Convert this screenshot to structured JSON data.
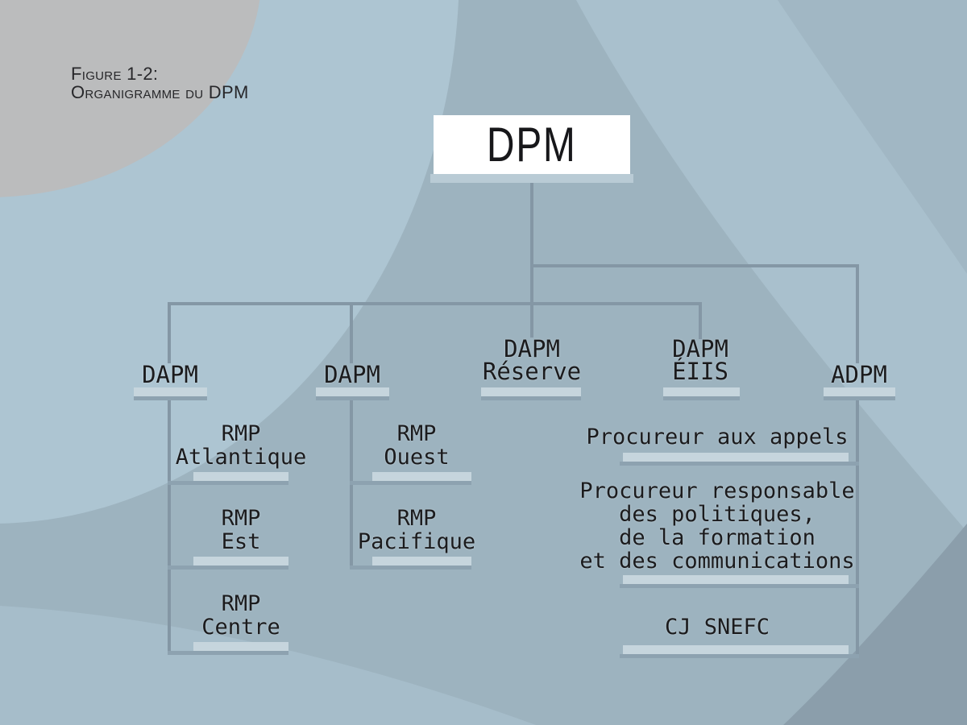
{
  "palette": {
    "background_base": "#9db3bf",
    "background_light": "#adc5d2",
    "background_light_band_right": "#a9c0cd",
    "background_top_right_corner": "#a1b7c4",
    "background_gray_corner": "#bbbcbd",
    "background_dark_corner": "#8b9eab",
    "background_bottom_left": "#a6bdca",
    "connector": "#8497a5",
    "bar_light": "#c6d5dd",
    "bar_edge": "#8da2b0",
    "root_box_bg": "#ffffff",
    "text": "#1b1b1d"
  },
  "caption": {
    "line1": "Figure 1-2:",
    "line2": "Organigramme du DPM"
  },
  "root": {
    "label": "DPM"
  },
  "nodes": {
    "dapm1": {
      "line1": "DAPM"
    },
    "dapm2": {
      "line1": "DAPM"
    },
    "reserve": {
      "line1": "DAPM",
      "line2": "Réserve"
    },
    "eiis": {
      "line1": "DAPM",
      "line2": "ÉIIS"
    },
    "adpm": {
      "line1": "ADPM"
    },
    "rmp_atlantique": {
      "line1": "RMP",
      "line2": "Atlantique"
    },
    "rmp_est": {
      "line1": "RMP",
      "line2": "Est"
    },
    "rmp_centre": {
      "line1": "RMP",
      "line2": "Centre"
    },
    "rmp_ouest": {
      "line1": "RMP",
      "line2": "Ouest"
    },
    "rmp_pacifique": {
      "line1": "RMP",
      "line2": "Pacifique"
    },
    "procureur_appels": {
      "line1": "Procureur aux appels"
    },
    "procureur_responsable": {
      "line1": "Procureur responsable",
      "line2": "des politiques,",
      "line3": "de la formation",
      "line4": "et des communications"
    },
    "cj_snefc": {
      "line1": "CJ SNEFC"
    }
  }
}
